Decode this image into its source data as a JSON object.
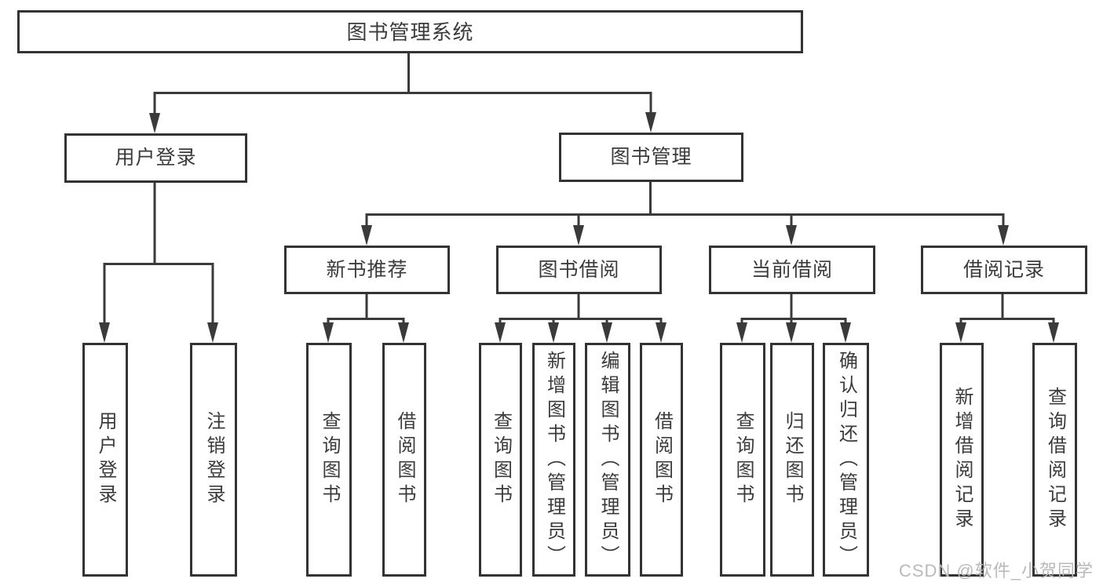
{
  "diagram": {
    "title": "图书管理系统",
    "watermark": "CSDN @软件_小贺同学",
    "colors": {
      "line": "#3a3a3a",
      "box_border": "#333333",
      "text": "#3b3b3b",
      "background": "#ffffff",
      "watermark_text": "#b9b9b9"
    },
    "nodes": {
      "root": {
        "label": "图书管理系统"
      },
      "user_login": {
        "label": "用户登录",
        "children": [
          "leaf_user_login",
          "leaf_logout"
        ]
      },
      "book_mgmt": {
        "label": "图书管理",
        "children": [
          "new_book_rec",
          "book_borrow",
          "current_borrow",
          "borrow_record"
        ]
      },
      "new_book_rec": {
        "label": "新书推荐",
        "children": [
          "leaf_nb_query",
          "leaf_nb_borrow"
        ]
      },
      "book_borrow": {
        "label": "图书借阅",
        "children": [
          "leaf_bb_query",
          "leaf_bb_add",
          "leaf_bb_edit",
          "leaf_bb_borrow"
        ]
      },
      "current_borrow": {
        "label": "当前借阅",
        "children": [
          "leaf_cb_query",
          "leaf_cb_return",
          "leaf_cb_confirm"
        ]
      },
      "borrow_record": {
        "label": "借阅记录",
        "children": [
          "leaf_br_add",
          "leaf_br_query"
        ]
      },
      "leaf_user_login": {
        "label": "用户登录"
      },
      "leaf_logout": {
        "label": "注销登录"
      },
      "leaf_nb_query": {
        "label": "查询图书"
      },
      "leaf_nb_borrow": {
        "label": "借阅图书"
      },
      "leaf_bb_query": {
        "label": "查询图书"
      },
      "leaf_bb_add": {
        "label": "新增图书（管理员）"
      },
      "leaf_bb_edit": {
        "label": "编辑图书（管理员）"
      },
      "leaf_bb_borrow": {
        "label": "借阅图书"
      },
      "leaf_cb_query": {
        "label": "查询图书"
      },
      "leaf_cb_return": {
        "label": "归还图书"
      },
      "leaf_cb_confirm": {
        "label": "确认归还（管理员）"
      },
      "leaf_br_add": {
        "label": "新增借阅记录"
      },
      "leaf_br_query": {
        "label": "查询借阅记录"
      }
    }
  }
}
